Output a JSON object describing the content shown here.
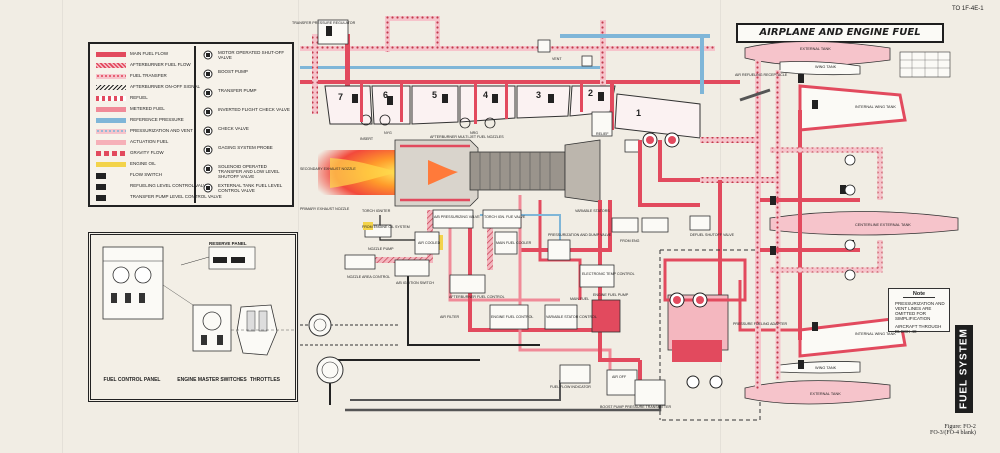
{
  "doc_id": "TO 1F-4E-1",
  "title": "AIRPLANE AND ENGINE FUEL SYSTEM",
  "side_tab": "FUEL SYSTEM",
  "figure_caption": "Figure: FO-2",
  "page_caption": "FO-3/(FO-4 blank)",
  "legend_left": [
    {
      "label": "MAIN FUEL FLOW",
      "color": "#e24a5e",
      "pattern": "solid"
    },
    {
      "label": "AFTERBURNER FUEL FLOW",
      "color": "#e24a5e",
      "pattern": "hatch"
    },
    {
      "label": "FUEL TRANSFER",
      "color": "#e24a5e",
      "pattern": "dots"
    },
    {
      "label": "AFTERBURNER ON-OFF SIGNAL",
      "color": "#222222",
      "pattern": "zig"
    },
    {
      "label": "REFUEL",
      "color": "#e24a5e",
      "pattern": "check"
    },
    {
      "label": "METERED FUEL",
      "color": "#f08a98",
      "pattern": "solid"
    },
    {
      "label": "REFERENCE PRESSURE",
      "color": "#7fb6d8",
      "pattern": "solid"
    },
    {
      "label": "PRESSURIZATION AND VENT",
      "color": "#7fb6d8",
      "pattern": "dots"
    },
    {
      "label": "ACTUATION FUEL",
      "color": "#f6b0b8",
      "pattern": "solid"
    },
    {
      "label": "GRAVITY FLOW",
      "color": "#e24a5e",
      "pattern": "dash"
    },
    {
      "label": "ENGINE OIL",
      "color": "#f3d34a",
      "pattern": "solid"
    },
    {
      "label": "FLOW SWITCH",
      "color": "#222222",
      "pattern": "symbol"
    },
    {
      "label": "REFUELING LEVEL CONTROL VALVE",
      "color": "#222222",
      "pattern": "symbol"
    },
    {
      "label": "TRANSFER PUMP LEVEL CONTROL VALVE",
      "color": "#222222",
      "pattern": "symbol"
    }
  ],
  "legend_right": [
    "MOTOR OPERATED SHUT-OFF VALVE",
    "BOOST PUMP",
    "TRANSFER PUMP",
    "INVERTED FLIGHT CHECK VALVE",
    "CHECK VALVE",
    "GAGING SYSTEM PROBE",
    "SOLENOID OPERATED TRANSFER AND LOW LEVEL SHUTOFF VALVE",
    "EXTERNAL TANK FUEL LEVEL CONTROL VALVE"
  ],
  "cell_numbers": [
    "7",
    "6",
    "5",
    "4",
    "3",
    "2",
    "1"
  ],
  "tank_labels": {
    "ext_right": "EXTERNAL TANK",
    "wing_right": "WING TANK",
    "internal_wing_right": "INTERNAL WING TANK",
    "centerline": "CENTERLINE EXTERNAL TANK",
    "internal_wing_left": "INTERNAL WING TANK",
    "wing_left": "WING TANK",
    "ext_left": "EXTERNAL TANK"
  },
  "component_labels": [
    "SECONDARY EXHAUST NOZZLE",
    "PRIMARY EXHAUST NOZZLE",
    "AFTERBURNER MULTI-JET FUEL NOZZLES",
    "TORCH IGNITER",
    "NOZZLE PUMP",
    "NOZZLE AREA CONTROL",
    "A/B IGNITION SWITCH",
    "AFTERBURNER FUEL CONTROL",
    "AIR COOLED",
    "A/B PRESSURIZING VALVE",
    "TORCH IGN. FUE VALVE",
    "MAIN FUEL COOLER",
    "PRESSURIZATION AND DUMP VALVE",
    "VARIABLE STATORS",
    "ELECTRONIC TEMP CONTROL",
    "MAIN FUEL",
    "ENGINE FUEL PUMP",
    "ENGINE FUEL CONTROL",
    "VARIABLE STATOR CONTROL",
    "AIR FILTER",
    "FUEL FLOW INDICATOR",
    "BOOST PUMP PRESSURE TRANSMITTER",
    "DEFUEL SHUTOFF VALVE",
    "PRESSURE FUELING ADAPTER",
    "VENT",
    "TRANSFER PRESSURE REGULATOR",
    "FROM ENGINE OIL SYSTEM",
    "FROM ENG",
    "NYG",
    "NRG",
    "INSERT",
    "AIR OFF",
    "RELIEF",
    "AIR REFUELING RECEPTACLE"
  ],
  "panel_title": "RESERVE PANEL",
  "panel_captions": [
    "FUEL CONTROL PANEL",
    "ENGINE MASTER SWITCHES",
    "THROTTLES"
  ],
  "note": {
    "title": "Note",
    "items": [
      "PRESSURIZATION AND VENT LINES ARE OMITTED FOR SIMPLIFICATION",
      "AIRCRAFT THROUGH BLOCK 48"
    ]
  },
  "colors": {
    "main_fuel": "#e24a5e",
    "metered": "#f08a98",
    "reference": "#7fb6d8",
    "oil": "#f3d34a",
    "ink": "#1e1e1e"
  }
}
